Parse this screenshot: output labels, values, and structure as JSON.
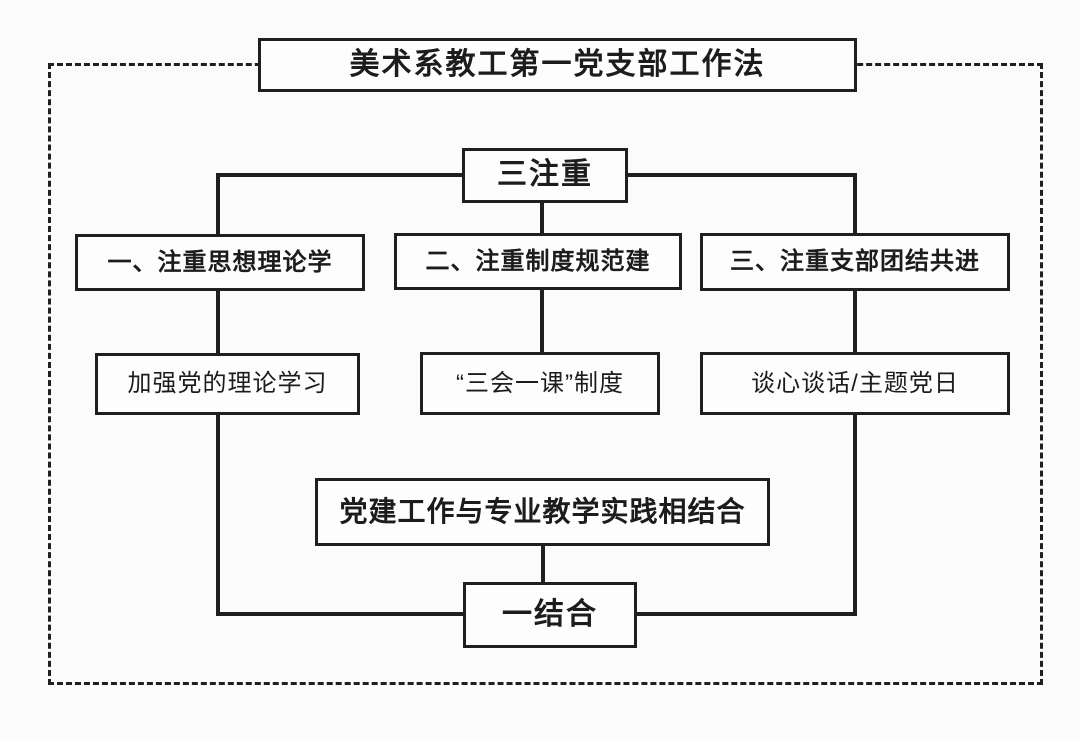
{
  "diagram": {
    "title": "美术系教工第一党支部工作法",
    "top_node": "三注重",
    "columns": [
      {
        "heading": "一、注重思想理论学",
        "detail": "加强党的理论学习"
      },
      {
        "heading": "二、注重制度规范建",
        "detail": "“三会一课”制度"
      },
      {
        "heading": "三、注重支部团结共进",
        "detail": "谈心谈话/主题党日"
      }
    ],
    "combine_node": "党建工作与专业教学实践相结合",
    "bottom_node": "一结合",
    "colors": {
      "line": "#1f1f1f",
      "box_background": "#fdfdfd",
      "page_background": "#fbfbfb",
      "text": "#1c1c1c"
    }
  }
}
